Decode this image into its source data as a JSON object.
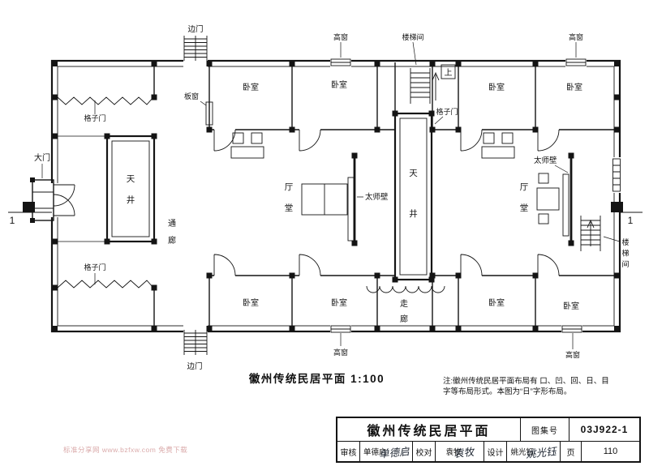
{
  "plan": {
    "caption": "徽州传统民居平面 1:100",
    "note": {
      "line1": "注:徽州传统民居平面布局有 口、凹、回、日、目",
      "line2": "字等布局形式。本图为“日”字形布局。"
    },
    "section_no": "1",
    "labels": {
      "main_gate": "大门",
      "side_door": "边门",
      "high_window": "高窗",
      "stair_room": "楼梯间",
      "bedroom": "卧室",
      "board_window": "板窗",
      "lattice_door": "格子门",
      "skywell": "天井",
      "corridor": "通廊",
      "hall": "厅堂",
      "screen_wall": "太师壁",
      "walkway": "走廊",
      "up": "上"
    }
  },
  "watermark": "标准分享网 www.bzfxw.com 免费下载",
  "title_block": {
    "title": "徽州传统民居平面",
    "atlas_label": "图集号",
    "atlas_no": "03J922-1",
    "page_label": "页",
    "page_no": "110",
    "reviewer_label": "审核",
    "reviewer_name": "单德启",
    "reviewer_sign": "单德启",
    "checker_label": "校对",
    "checker_name": "袁牧",
    "checker_sign": "袁牧",
    "designer_label": "设计",
    "designer_name": "姚光钰",
    "designer_sign": "姚光钰"
  }
}
